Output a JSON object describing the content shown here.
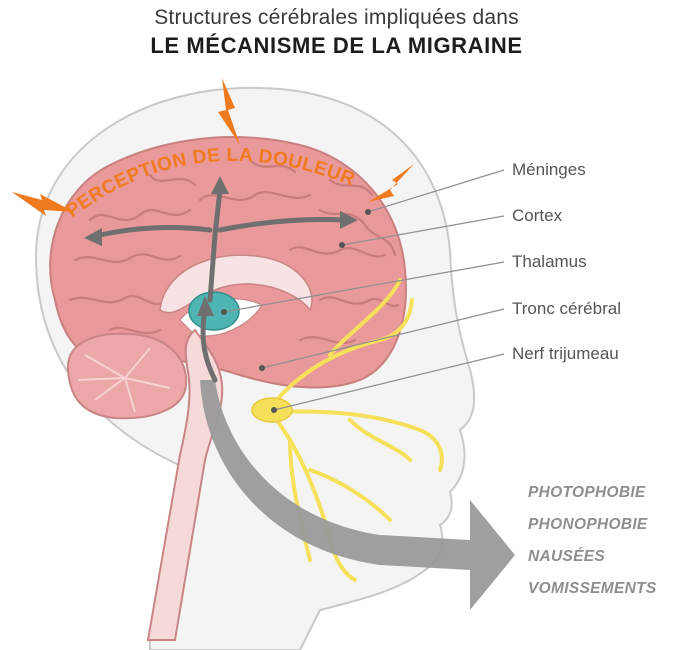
{
  "title": {
    "line1": "Structures cérébrales impliquées dans",
    "line2": "LE MÉCANISME DE LA MIGRAINE"
  },
  "arc_label": "PERCEPTION DE LA DOULEUR",
  "labels": {
    "meninges": "Méninges",
    "cortex": "Cortex",
    "thalamus": "Thalamus",
    "tronc": "Tronc cérébral",
    "nerf": "Nerf trijumeau"
  },
  "symptoms": [
    "PHOTOPHOBIE",
    "PHONOPHOBIE",
    "NAUSÉES",
    "VOMISSEMENTS"
  ],
  "colors": {
    "pain_orange": "#f07a1e",
    "brain_pink": "#e9999a",
    "thalamus_teal": "#4fb5b3",
    "nerve_yellow": "#f6e05a",
    "arrow_grey": "#6f6f6f",
    "symptom_arrow": "#9a9a9a"
  }
}
